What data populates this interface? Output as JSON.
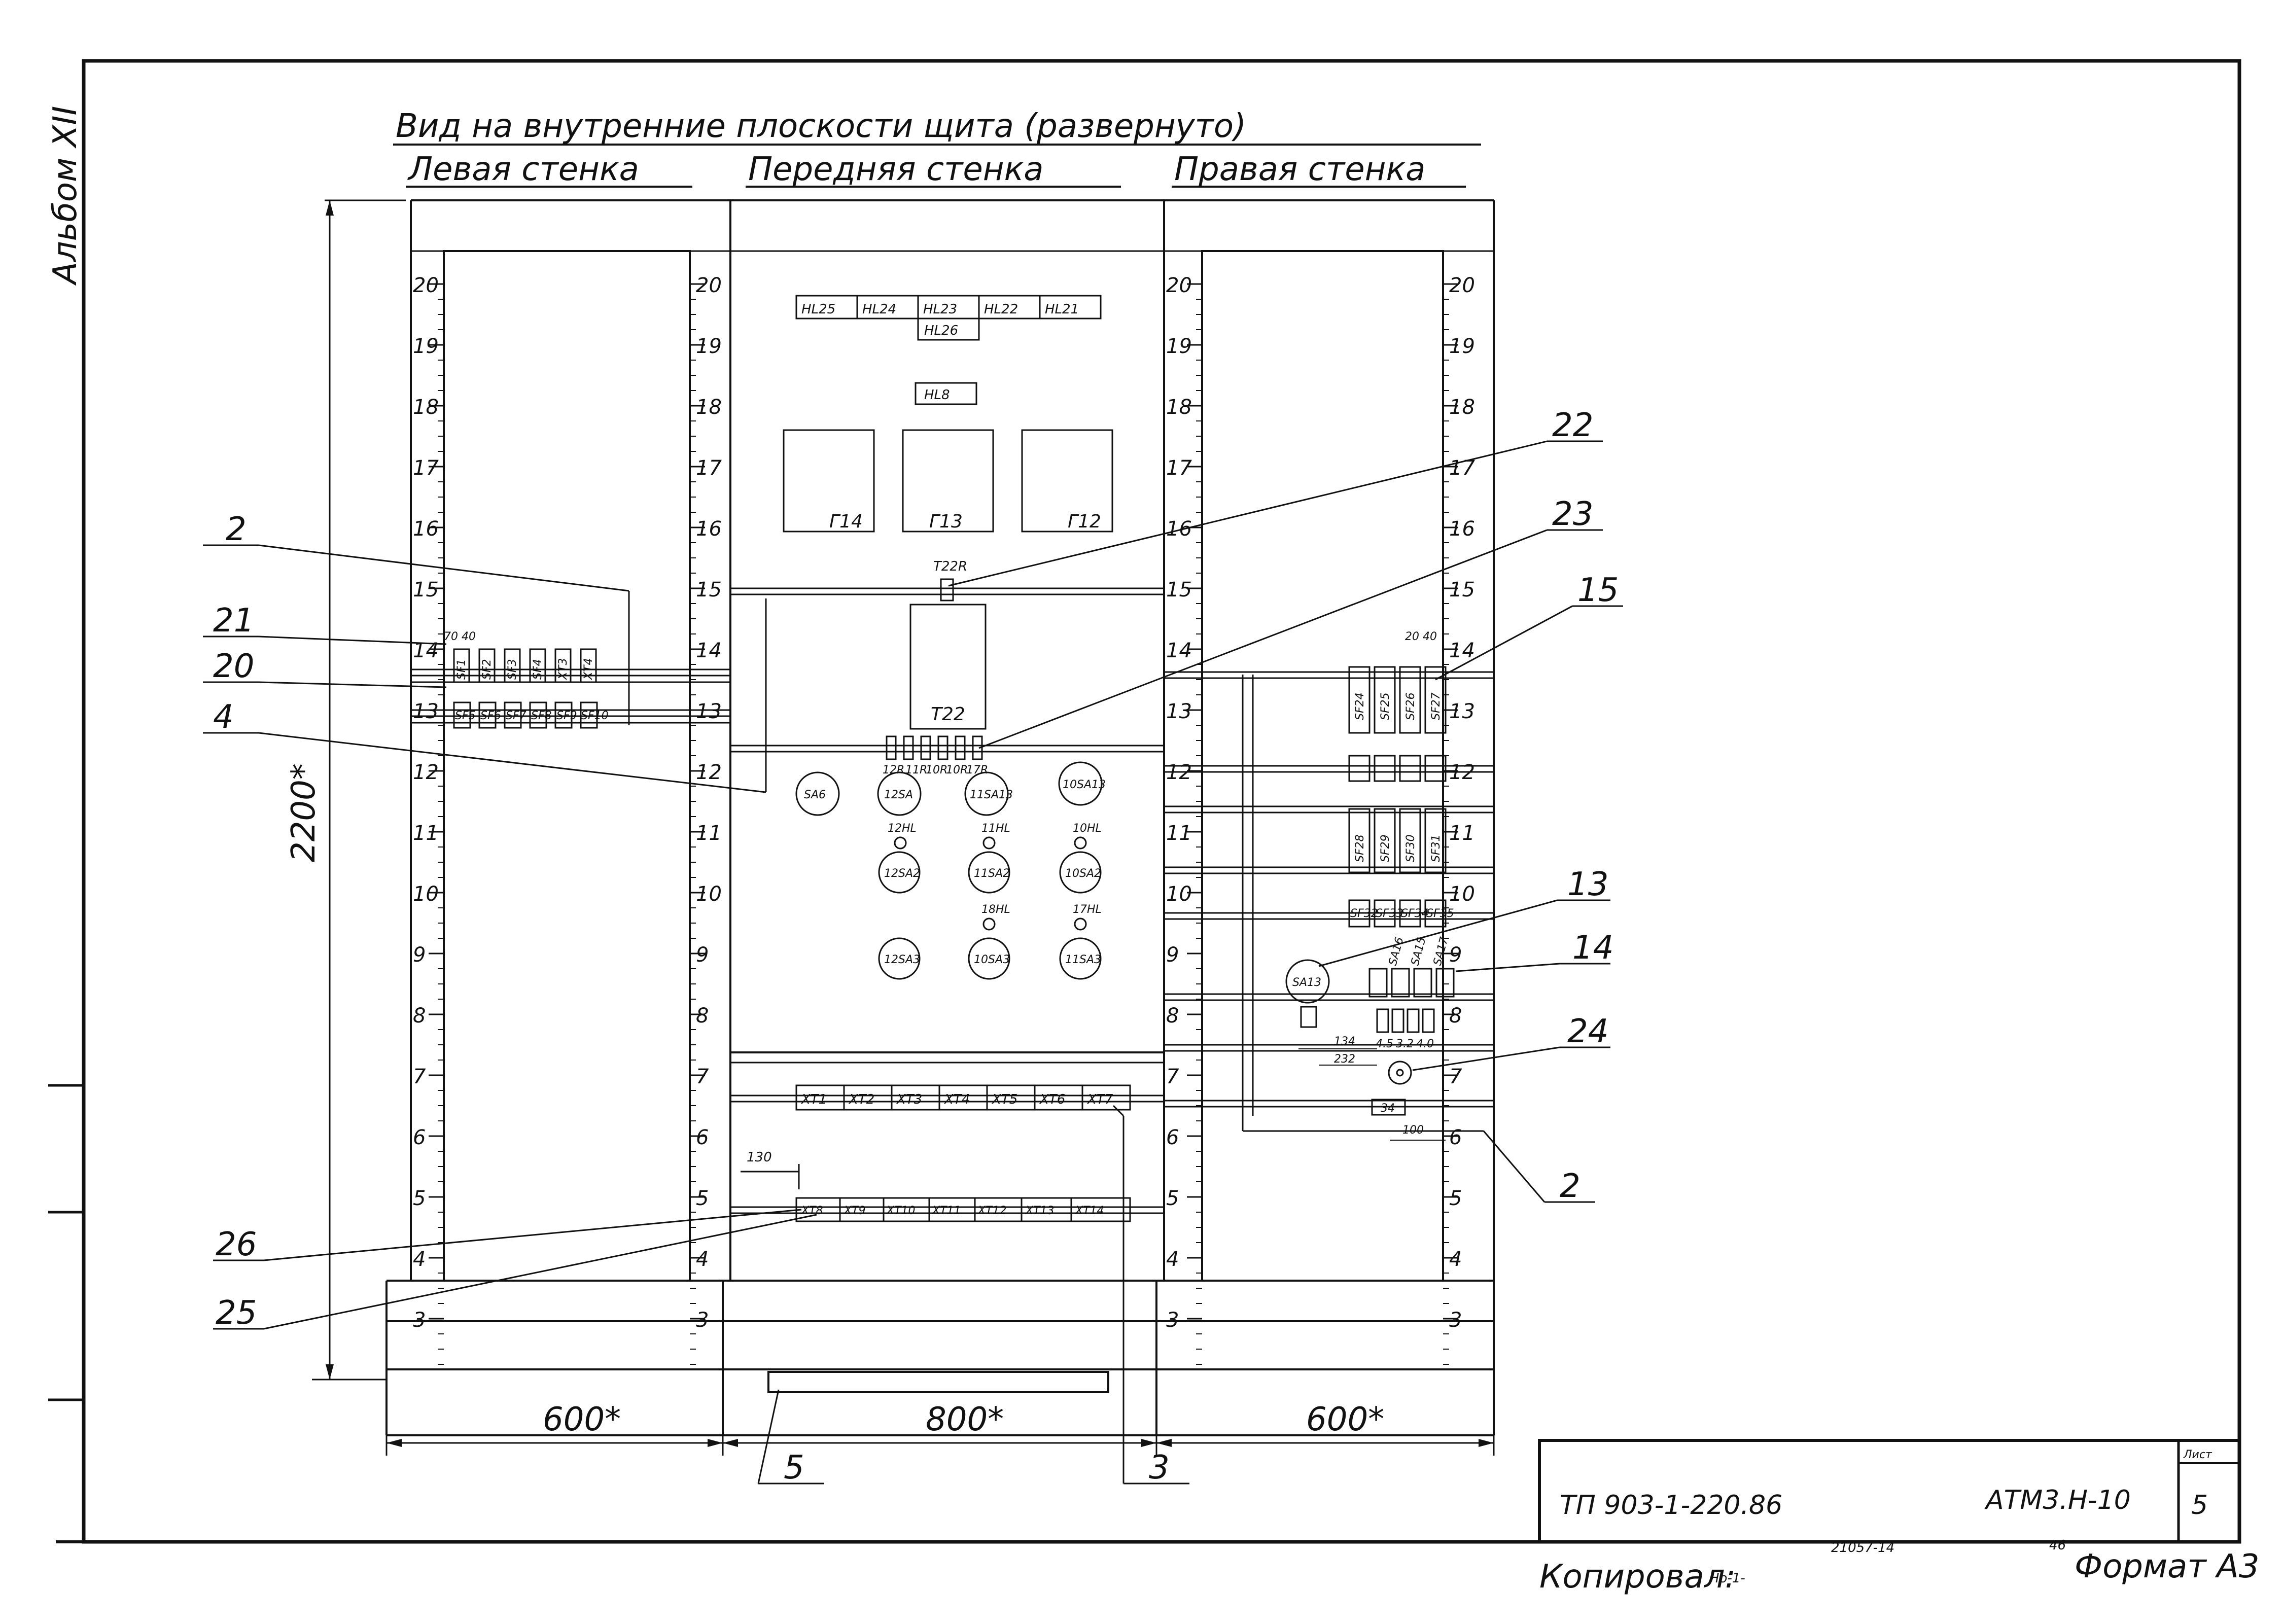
{
  "album_label": "Альбом XII",
  "title": "Вид на внутренние плоскости щита (развернуто)",
  "walls": {
    "left": "Левая стенка",
    "front": "Передняя стенка",
    "right": "Правая стенка"
  },
  "rail_scale": [
    "20",
    "19",
    "18",
    "17",
    "16",
    "15",
    "14",
    "13",
    "12",
    "11",
    "10",
    "9",
    "8",
    "7",
    "6",
    "5",
    "4",
    "3"
  ],
  "front": {
    "lamps_top": [
      "HL25",
      "HL24",
      "HL23",
      "HL22",
      "HL21"
    ],
    "lamp_center": "HL26",
    "lamp_mid": "HL8",
    "meters": [
      "Г14",
      "Г13",
      "Г12"
    ],
    "resistor_top": "Т22R",
    "transformer": "Т22",
    "resistor_row": [
      "12R",
      "11R",
      "10R",
      "10R",
      "17R"
    ],
    "switches_row1": [
      "SA6",
      "12SA",
      "11SA13",
      "10SA13"
    ],
    "lamp_labels_1": [
      "12HL",
      "11HL",
      "10HL"
    ],
    "switches_row2": [
      "12SA2",
      "11SA2",
      "10SA2"
    ],
    "lamp_labels_2": [
      "18HL",
      "17HL"
    ],
    "switches_row3": [
      "12SA3",
      "10SA3",
      "11SA3"
    ],
    "terminals_top": [
      "XT1",
      "XT2",
      "XT3",
      "XT4",
      "XT5",
      "XT6",
      "XT7"
    ],
    "terminals_bottom": [
      "XT8",
      "XT9",
      "XT10",
      "XT11",
      "XT12",
      "XT13",
      "XT14"
    ]
  },
  "left": {
    "dim_small": "70 40",
    "block_row1": [
      "SF1",
      "SF2",
      "SF3",
      "SF4",
      "XT3",
      "XT4"
    ],
    "block_row2": [
      "SF5",
      "SF6",
      "SF7",
      "SF8",
      "SF9",
      "SF10"
    ]
  },
  "right": {
    "dim_top": "20 40",
    "breakers_a": [
      "SF24",
      "SF25",
      "SF26",
      "SF27"
    ],
    "breakers_b": [
      "SF28",
      "SF29",
      "SF30",
      "SF31"
    ],
    "breakers_c": [
      "SF32",
      "SF33",
      "SF34",
      "SF35"
    ],
    "switch": "SA13",
    "small_switches": [
      "SA16",
      "SA15",
      "SA17"
    ],
    "dim_134": "134",
    "dim_232": "232",
    "dim_34": "34",
    "dim_100": "100",
    "fuse_labels": [
      "4.5",
      "3.2",
      "4.0"
    ]
  },
  "callouts": {
    "c2_left": "2",
    "c21": "21",
    "c20": "20",
    "c4": "4",
    "c26": "26",
    "c25": "25",
    "c22": "22",
    "c23": "23",
    "c15": "15",
    "c13": "13",
    "c14": "14",
    "c24": "24",
    "c2_right": "2",
    "c5": "5",
    "c3": "3"
  },
  "dims": {
    "height": "2200*",
    "left_w": "600*",
    "front_w": "800*",
    "right_w": "600*",
    "gap": "130"
  },
  "title_block": {
    "project": "ТП 903-1-220.86",
    "code": "АТМ3.Н-10",
    "sheet_label": "Лист",
    "sheet_no": "5"
  },
  "footer": {
    "copied": "Копировал:",
    "copied_sig": "Но-1-",
    "number": "21057-14",
    "sub": "46",
    "format": "Формат А3"
  }
}
